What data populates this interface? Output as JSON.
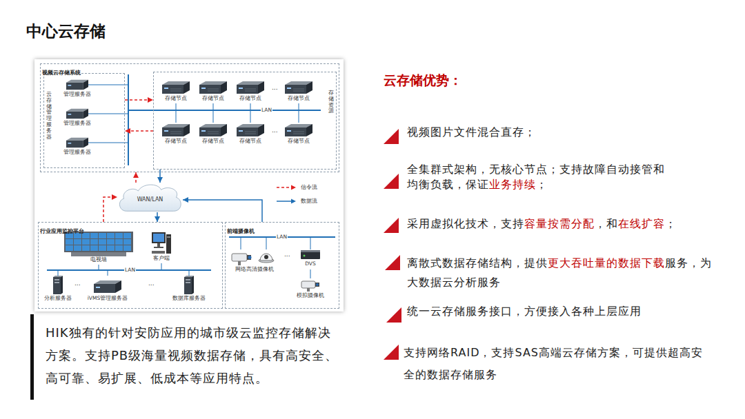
{
  "diagram": {
    "title": "中心云存储",
    "caption": "HIK独有的针对安防应用的城市级云监控存储解决方案。支持PB级海量视频数据存储，具有高安全、高可靠、易扩展、低成本等应用特点。",
    "nodes": [
      {
        "text": [
          "视频云存储系统"
        ]
      },
      {
        "text": [
          "云存储管理服务器"
        ],
        "in": 0
      },
      {
        "text": [
          "管理服务器"
        ],
        "in": 1
      },
      {
        "text": [
          "管理服务器"
        ],
        "in": 1
      },
      {
        "text": [
          "管理服务器"
        ],
        "in": 1
      },
      {
        "text": [
          "存储资源"
        ],
        "in": 0
      },
      {
        "text": [
          "存储节点"
        ],
        "in": 5
      },
      {
        "text": [
          "存储节点"
        ],
        "in": 5
      },
      {
        "text": [
          "存储节点"
        ],
        "in": 5
      },
      {
        "text": [
          "存储节点"
        ],
        "in": 5
      },
      {
        "text": [
          "存储节点"
        ],
        "in": 5
      },
      {
        "text": [
          "存储节点"
        ],
        "in": 5
      },
      {
        "text": [
          "存储节点"
        ],
        "in": 5
      },
      {
        "text": [
          "存储节点"
        ],
        "in": 5
      },
      {
        "text": [
          "WAN/LAN"
        ]
      },
      {
        "text": [
          "行业应用监控平台"
        ]
      },
      {
        "text": [
          "电视墙"
        ],
        "in": 15
      },
      {
        "text": [
          "客户端"
        ],
        "in": 15
      },
      {
        "text": [
          "分析服务器"
        ],
        "in": 15
      },
      {
        "text": [
          "iVMS管理服务器"
        ],
        "in": 15
      },
      {
        "text": [
          "数据库服务器"
        ],
        "in": 15
      },
      {
        "text": [
          "前端摄像机"
        ]
      },
      {
        "text": [
          "网络高清摄像机"
        ],
        "in": 21
      },
      {
        "text": [
          "DVS"
        ],
        "in": 21
      },
      {
        "text": [
          "模拟摄像机"
        ],
        "in": 21
      }
    ],
    "edges": [
      {
        "from": 1,
        "to": 5,
        "arrow": "to"
      },
      {
        "from": 5,
        "to": 1,
        "arrow": "to"
      },
      {
        "from": 14,
        "to": 0,
        "arrow": "to"
      },
      {
        "from": 5,
        "to": 14,
        "arrow": "to"
      },
      {
        "from": 15,
        "to": 14,
        "arrow": "to"
      },
      {
        "from": 14,
        "to": 15,
        "arrow": "to"
      },
      {
        "from": 21,
        "to": 14,
        "arrow": "to"
      }
    ],
    "labels": [
      "LAN",
      "...",
      "...",
      "LAN",
      "...",
      "...",
      "LAN",
      "...",
      "云存储优势：",
      "视频图片文件混合直存；",
      "全集群式架构，无核心节点；支持故障自动接管和均衡负载，保证",
      "业务持续",
      "；",
      "采用虚拟化技术，支持",
      "容量按需分配",
      "，和",
      "在线扩容",
      "；",
      "离散式数据存储结构，提供",
      "更大吞吐量的数据下载",
      "服务，为大数据云分析服务",
      "统一云存储服务接口，方便接入各种上层应用",
      "支持网络RAID，支持SAS高端云存储方案，可提供超高安全的数据存储服务"
    ],
    "legend": [
      {
        "text": "信令流"
      },
      {
        "text": "数据流"
      }
    ]
  }
}
